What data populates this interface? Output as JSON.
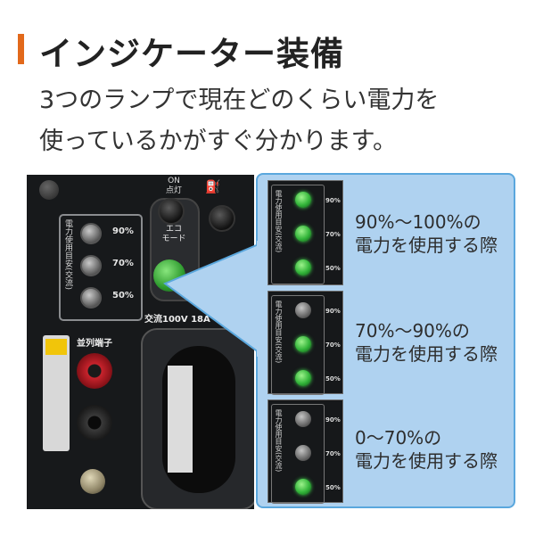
{
  "title": "インジケーター装備",
  "description": [
    "3つのランプで現在どのくらい電力を",
    "使っているかがすぐ分かります。"
  ],
  "accent_color": "#e2691b",
  "panel_color": "#afd2f0",
  "photo": {
    "lamp_group_label": "電力使用目安(交流)",
    "lamp_labels": [
      "90%",
      "70%",
      "50%"
    ],
    "on_off_label": "ON\n点灯",
    "eco_label": "エコ\nモード",
    "socket_label": "交流100V 18A",
    "terminal_label": "並列端子",
    "oil_icon": "oil-can-icon"
  },
  "indicator_rows": [
    {
      "lamps_on": [
        true,
        true,
        true
      ],
      "range": "90%〜100%の",
      "caption": "電力を使用する際"
    },
    {
      "lamps_on": [
        false,
        true,
        true
      ],
      "range": "70%〜90%の",
      "caption": "電力を使用する際"
    },
    {
      "lamps_on": [
        false,
        false,
        true
      ],
      "range": "0〜70%の",
      "caption": "電力を使用する際"
    }
  ]
}
